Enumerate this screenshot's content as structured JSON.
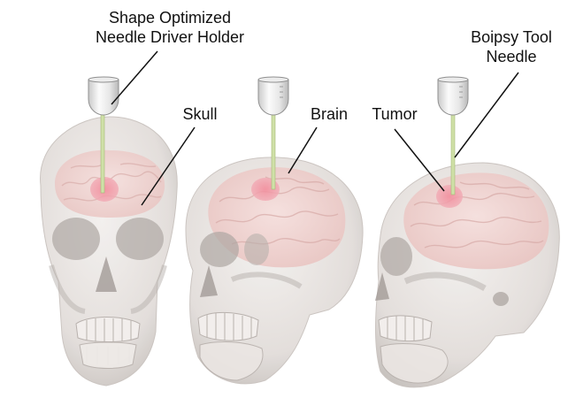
{
  "labels": {
    "holder": [
      "Shape Optimized",
      "Needle Driver Holder"
    ],
    "skull": "Skull",
    "brain": "Brain",
    "tumor": "Tumor",
    "needle": [
      "Boipsy Tool",
      "Needle"
    ]
  },
  "colors": {
    "skull_fill": "#e6e2df",
    "skull_shadow": "#a7a19d",
    "brain_fill": "#f1d2d0",
    "brain_fold": "#d7aaa7",
    "tumor_fill": "#ef9aa6",
    "needle": "#cfe0a7",
    "holder_fill": "#f5f5f5",
    "leader_line": "#111111"
  }
}
